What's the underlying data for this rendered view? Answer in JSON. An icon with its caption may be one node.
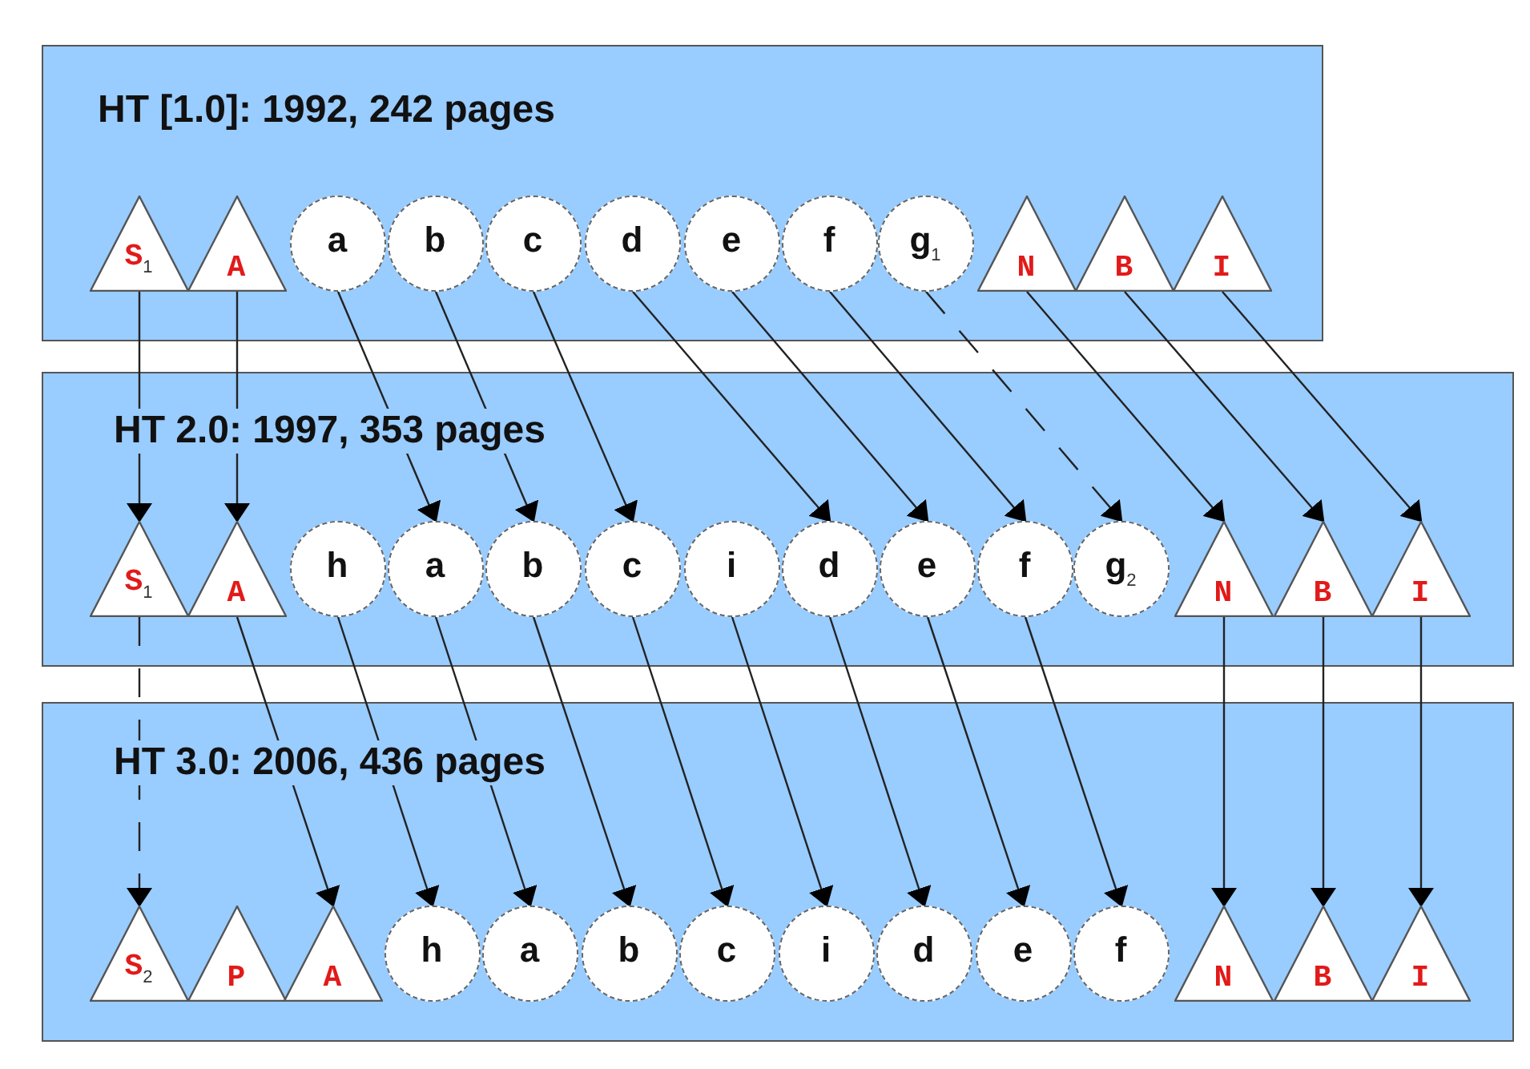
{
  "diagram": {
    "nodes": [
      {
        "text": [
          "HT [1.0]: 1992, 242 pages"
        ]
      },
      {
        "text": [
          "S$_{1}$"
        ],
        "in": 0
      },
      {
        "text": [
          "A"
        ],
        "in": 0
      },
      {
        "text": [
          "a"
        ],
        "in": 0
      },
      {
        "text": [
          "b"
        ],
        "in": 0
      },
      {
        "text": [
          "c"
        ],
        "in": 0
      },
      {
        "text": [
          "d"
        ],
        "in": 0
      },
      {
        "text": [
          "e"
        ],
        "in": 0
      },
      {
        "text": [
          "f"
        ],
        "in": 0
      },
      {
        "text": [
          "g$_{1}$"
        ],
        "in": 0
      },
      {
        "text": [
          "N"
        ],
        "in": 0
      },
      {
        "text": [
          "B"
        ],
        "in": 0
      },
      {
        "text": [
          "I"
        ],
        "in": 0
      },
      {
        "text": [
          "HT 2.0: 1997, 353 pages"
        ]
      },
      {
        "text": [
          "S$_{1}$"
        ],
        "in": 13
      },
      {
        "text": [
          "A"
        ],
        "in": 13
      },
      {
        "text": [
          "h"
        ],
        "in": 13
      },
      {
        "text": [
          "a"
        ],
        "in": 13
      },
      {
        "text": [
          "b"
        ],
        "in": 13
      },
      {
        "text": [
          "c"
        ],
        "in": 13
      },
      {
        "text": [
          "i"
        ],
        "in": 13
      },
      {
        "text": [
          "d"
        ],
        "in": 13
      },
      {
        "text": [
          "e"
        ],
        "in": 13
      },
      {
        "text": [
          "f"
        ],
        "in": 13
      },
      {
        "text": [
          "g$_{2}$"
        ],
        "in": 13
      },
      {
        "text": [
          "N"
        ],
        "in": 13
      },
      {
        "text": [
          "B"
        ],
        "in": 13
      },
      {
        "text": [
          "I"
        ],
        "in": 13
      },
      {
        "text": [
          "HT 3.0: 2006, 436 pages"
        ]
      },
      {
        "text": [
          "S$_{2}$"
        ],
        "in": 28
      },
      {
        "text": [
          "P"
        ],
        "in": 28
      },
      {
        "text": [
          "A"
        ],
        "in": 28
      },
      {
        "text": [
          "h"
        ],
        "in": 28
      },
      {
        "text": [
          "a"
        ],
        "in": 28
      },
      {
        "text": [
          "b"
        ],
        "in": 28
      },
      {
        "text": [
          "c"
        ],
        "in": 28
      },
      {
        "text": [
          "i"
        ],
        "in": 28
      },
      {
        "text": [
          "d"
        ],
        "in": 28
      },
      {
        "text": [
          "e"
        ],
        "in": 28
      },
      {
        "text": [
          "f"
        ],
        "in": 28
      },
      {
        "text": [
          "N"
        ],
        "in": 28
      },
      {
        "text": [
          "B"
        ],
        "in": 28
      },
      {
        "text": [
          "I"
        ],
        "in": 28
      }
    ],
    "edges": [
      {
        "from": 1,
        "to": 14,
        "arrow": "to"
      },
      {
        "from": 2,
        "to": 15,
        "arrow": "to"
      },
      {
        "from": 3,
        "to": 17,
        "arrow": "to"
      },
      {
        "from": 4,
        "to": 18,
        "arrow": "to"
      },
      {
        "from": 5,
        "to": 19,
        "arrow": "to"
      },
      {
        "from": 6,
        "to": 21,
        "arrow": "to"
      },
      {
        "from": 7,
        "to": 22,
        "arrow": "to"
      },
      {
        "from": 8,
        "to": 23,
        "arrow": "to"
      },
      {
        "from": 9,
        "to": 24,
        "arrow": "to",
        "style": "dashed"
      },
      {
        "from": 10,
        "to": 25,
        "arrow": "to"
      },
      {
        "from": 11,
        "to": 26,
        "arrow": "to"
      },
      {
        "from": 12,
        "to": 27,
        "arrow": "to"
      },
      {
        "from": 14,
        "to": 29,
        "arrow": "to",
        "style": "dashed"
      },
      {
        "from": 15,
        "to": 31,
        "arrow": "to"
      },
      {
        "from": 16,
        "to": 32,
        "arrow": "to"
      },
      {
        "from": 17,
        "to": 33,
        "arrow": "to"
      },
      {
        "from": 18,
        "to": 34,
        "arrow": "to"
      },
      {
        "from": 19,
        "to": 35,
        "arrow": "to"
      },
      {
        "from": 20,
        "to": 36,
        "arrow": "to"
      },
      {
        "from": 21,
        "to": 37,
        "arrow": "to"
      },
      {
        "from": 22,
        "to": 38,
        "arrow": "to"
      },
      {
        "from": 23,
        "to": 39,
        "arrow": "to"
      },
      {
        "from": 25,
        "to": 40,
        "arrow": "to"
      },
      {
        "from": 26,
        "to": 41,
        "arrow": "to"
      },
      {
        "from": 27,
        "to": 42,
        "arrow": "to"
      }
    ]
  }
}
